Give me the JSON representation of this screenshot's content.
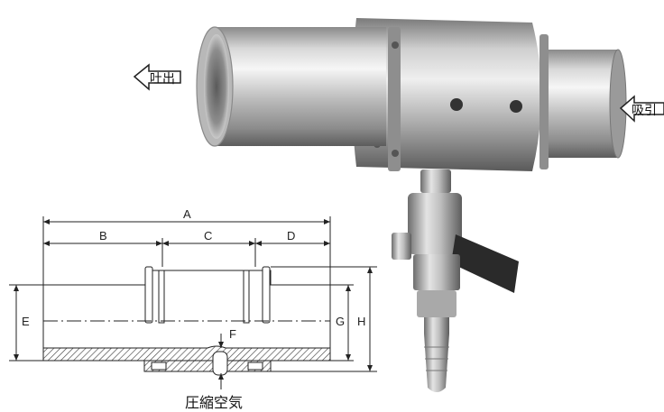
{
  "labels": {
    "discharge": "吐出",
    "suction": "吸引",
    "compressed_air": "圧縮空気"
  },
  "dimensions": {
    "A": "A",
    "B": "B",
    "C": "C",
    "D": "D",
    "E": "E",
    "F": "F",
    "G": "G",
    "H": "H"
  },
  "colors": {
    "line": "#222222",
    "hatch": "#444444",
    "steel_light": "#e8e8e8",
    "steel_dark": "#6b6b6b",
    "brass": "#b9a06a"
  }
}
